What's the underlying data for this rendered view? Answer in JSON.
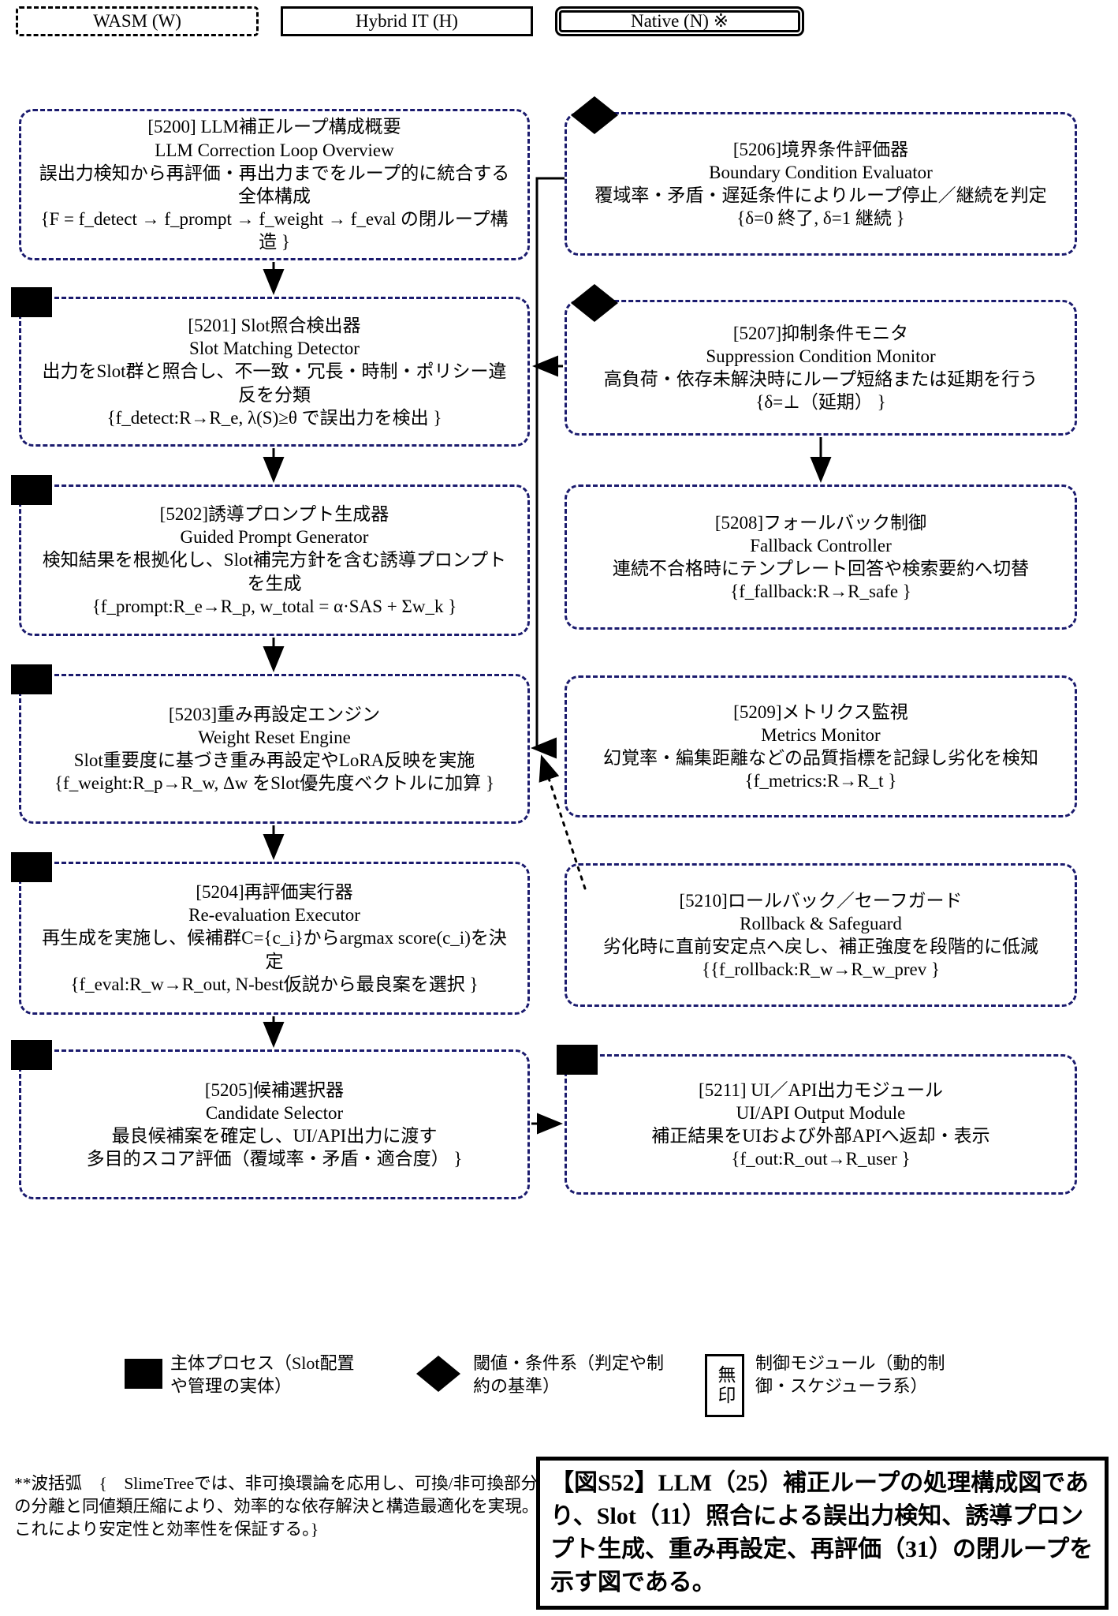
{
  "colors": {
    "node_border": "#1b1b6e",
    "ink": "#000000"
  },
  "legend_top": [
    {
      "label": "WASM (W)",
      "style": "dashed"
    },
    {
      "label": "Hybrid IT (H)",
      "style": "solid"
    },
    {
      "label": "Native (N) ※",
      "style": "double"
    }
  ],
  "nodes": [
    {
      "id": "5200",
      "marker": "none",
      "title_jp": "[5200] LLM補正ループ構成概要",
      "title_en": "LLM Correction Loop Overview",
      "desc": "誤出力検知から再評価・再出力までをループ的に統合する全体構成",
      "formula": "{F = f_detect → f_prompt → f_weight → f_eval の閉ループ構造 }"
    },
    {
      "id": "5201",
      "marker": "square",
      "title_jp": "[5201] Slot照合検出器",
      "title_en": "Slot Matching Detector",
      "desc": "出力をSlot群と照合し、不一致・冗長・時制・ポリシー違反を分類",
      "formula": "{f_detect:R→R_e, λ(S)≥θ で誤出力を検出 }"
    },
    {
      "id": "5202",
      "marker": "square",
      "title_jp": "[5202]誘導プロンプト生成器",
      "title_en": "Guided Prompt Generator",
      "desc": "検知結果を根拠化し、Slot補完方針を含む誘導プロンプトを生成",
      "formula": "{f_prompt:R_e→R_p, w_total = α·SAS + Σw_k }"
    },
    {
      "id": "5203",
      "marker": "square",
      "title_jp": "[5203]重み再設定エンジン",
      "title_en": "Weight Reset Engine",
      "desc": "Slot重要度に基づき重み再設定やLoRA反映を実施",
      "formula": "{f_weight:R_p→R_w, Δw をSlot優先度ベクトルに加算 }"
    },
    {
      "id": "5204",
      "marker": "square",
      "title_jp": "[5204]再評価実行器",
      "title_en": "Re-evaluation Executor",
      "desc": "再生成を実施し、候補群C={c_i}からargmax score(c_i)を決定",
      "formula": "{f_eval:R_w→R_out, N-best仮説から最良案を選択 }"
    },
    {
      "id": "5205",
      "marker": "square",
      "title_jp": "[5205]候補選択器",
      "title_en": "Candidate Selector",
      "desc": "最良候補案を確定し、UI/API出力に渡す",
      "formula": "多目的スコア評価（覆域率・矛盾・適合度） }"
    },
    {
      "id": "5206",
      "marker": "diamond",
      "title_jp": "[5206]境界条件評価器",
      "title_en": "Boundary Condition Evaluator",
      "desc": "覆域率・矛盾・遅延条件によりループ停止／継続を判定",
      "formula": "{δ=0 終了, δ=1 継続 }"
    },
    {
      "id": "5207",
      "marker": "diamond",
      "title_jp": "[5207]抑制条件モニタ",
      "title_en": "Suppression Condition Monitor",
      "desc": "高負荷・依存未解決時にループ短絡または延期を行う",
      "formula": "{δ=⊥（延期） }"
    },
    {
      "id": "5208",
      "marker": "none",
      "title_jp": "[5208]フォールバック制御",
      "title_en": "Fallback Controller",
      "desc": "連続不合格時にテンプレート回答や検索要約へ切替",
      "formula": "{f_fallback:R→R_safe }"
    },
    {
      "id": "5209",
      "marker": "none",
      "title_jp": "[5209]メトリクス監視",
      "title_en": "Metrics Monitor",
      "desc": "幻覚率・編集距離などの品質指標を記録し劣化を検知",
      "formula": "{f_metrics:R→R_t }"
    },
    {
      "id": "5210",
      "marker": "none",
      "title_jp": "[5210]ロールバック／セーフガード",
      "title_en": "Rollback & Safeguard",
      "desc": "劣化時に直前安定点へ戻し、補正強度を段階的に低減",
      "formula": "{{f_rollback:R_w→R_w_prev }"
    },
    {
      "id": "5211",
      "marker": "square",
      "title_jp": "[5211] UI／API出力モジュール",
      "title_en": "UI/API Output Module",
      "desc": "補正結果をUIおよび外部APIへ返却・表示",
      "formula": "{f_out:R_out→R_user }"
    }
  ],
  "legend_bottom": [
    {
      "marker": "square",
      "label": "主体プロセス（Slot配置や管理の実体）"
    },
    {
      "marker": "diamond",
      "label": "閾値・条件系（判定や制約の基準）"
    },
    {
      "marker": "box",
      "marker_label": "無印",
      "label": "制御モジュール（動的制御・スケジューラ系）"
    }
  ],
  "footnote": "**波括弧　{　SlimeTreeでは、非可換環論を応用し、可換/非可換部分の分離と同値類圧縮により、効率的な依存解決と構造最適化を実現。これにより安定性と効率性を保証する。}",
  "caption": "【図S52】LLM（25）補正ループの処理構成図であり、Slot（11）照合による誤出力検知、誘導プロンプト生成、重み再設定、再評価（31）の閉ループを示す図である。"
}
